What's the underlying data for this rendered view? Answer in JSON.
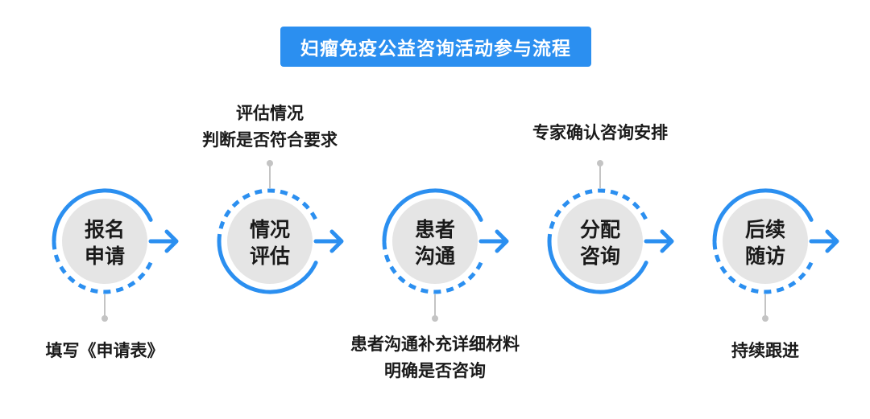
{
  "title": "妇瘤免疫公益咨询活动参与流程",
  "colors": {
    "accent": "#2b8ff0",
    "title_bg": "#2b8ff0",
    "circle_fill": "#e5e5e5",
    "connector": "#c4c4c4",
    "text": "#1a1a1a"
  },
  "steps": [
    {
      "line1": "报名",
      "line2": "申请",
      "note": [
        "填写《申请表》"
      ]
    },
    {
      "line1": "情况",
      "line2": "评估",
      "note": [
        "评估情况",
        "判断是否符合要求"
      ]
    },
    {
      "line1": "患者",
      "line2": "沟通",
      "note": [
        "患者沟通补充详细材料",
        "明确是否咨询"
      ]
    },
    {
      "line1": "分配",
      "line2": "咨询",
      "note": [
        "专家确认咨询安排"
      ]
    },
    {
      "line1": "后续",
      "line2": "随访",
      "note": [
        "持续跟进"
      ]
    }
  ]
}
